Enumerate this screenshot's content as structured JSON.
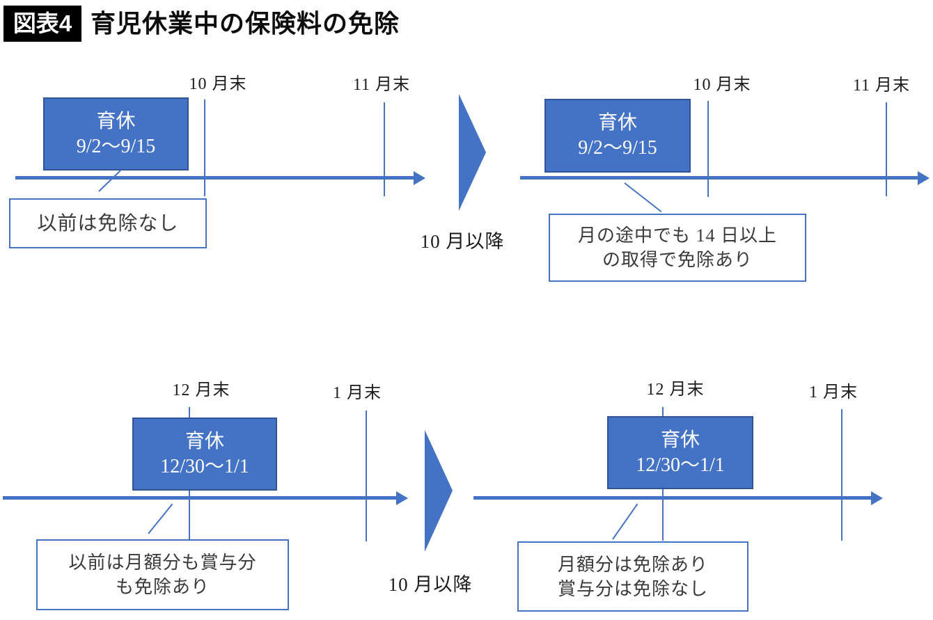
{
  "title": {
    "badge": "図表4",
    "text": "育児休業中の保険料の免除"
  },
  "colors": {
    "accent": "#4472C4",
    "accent_dark": "#2F5597",
    "ink": "#1c1c1c"
  },
  "transitions": [
    {
      "label": "10 月以降"
    },
    {
      "label": "10 月以降"
    }
  ],
  "panels": [
    {
      "name": "monthly-before",
      "ticks": [
        "10 月末",
        "11 月末"
      ],
      "box_lines": [
        "育休",
        "9/2～9/15"
      ],
      "callout_lines": [
        "以前は免除なし"
      ]
    },
    {
      "name": "monthly-after",
      "ticks": [
        "10 月末",
        "11 月末"
      ],
      "box_lines": [
        "育休",
        "9/2～9/15"
      ],
      "callout_lines": [
        "月の途中でも 14 日以上",
        "の取得で免除あり"
      ]
    },
    {
      "name": "bonus-before",
      "ticks": [
        "12 月末",
        "1 月末"
      ],
      "box_lines": [
        "育休",
        "12/30～1/1"
      ],
      "callout_lines": [
        "以前は月額分も賞与分",
        "も免除あり"
      ]
    },
    {
      "name": "bonus-after",
      "ticks": [
        "12 月末",
        "1 月末"
      ],
      "box_lines": [
        "育休",
        "12/30～1/1"
      ],
      "callout_lines": [
        "月額分は免除あり",
        "賞与分は免除なし"
      ]
    }
  ]
}
